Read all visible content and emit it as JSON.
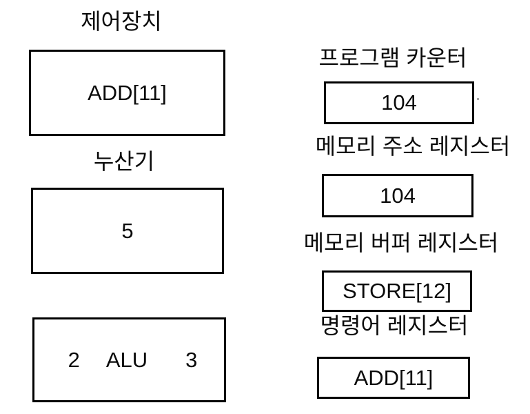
{
  "diagram": {
    "left": {
      "control_unit": {
        "label": "제어장치",
        "value": "ADD[11]"
      },
      "accumulator": {
        "label": "누산기",
        "value": "5"
      },
      "alu": {
        "left_operand": "2",
        "label": "ALU",
        "right_operand": "3"
      }
    },
    "right": {
      "program_counter": {
        "label": "프로그램 카운터",
        "value": "104"
      },
      "memory_address_register": {
        "label": "메모리 주소 레지스터",
        "value": "104"
      },
      "memory_buffer_register": {
        "label": "메모리 버퍼 레지스터",
        "value": "STORE[12]"
      },
      "instruction_register": {
        "label": "명령어 레지스터",
        "value": "ADD[11]"
      }
    },
    "colors": {
      "border": "#000000",
      "text": "#0a0a0a",
      "background": "#ffffff"
    }
  }
}
